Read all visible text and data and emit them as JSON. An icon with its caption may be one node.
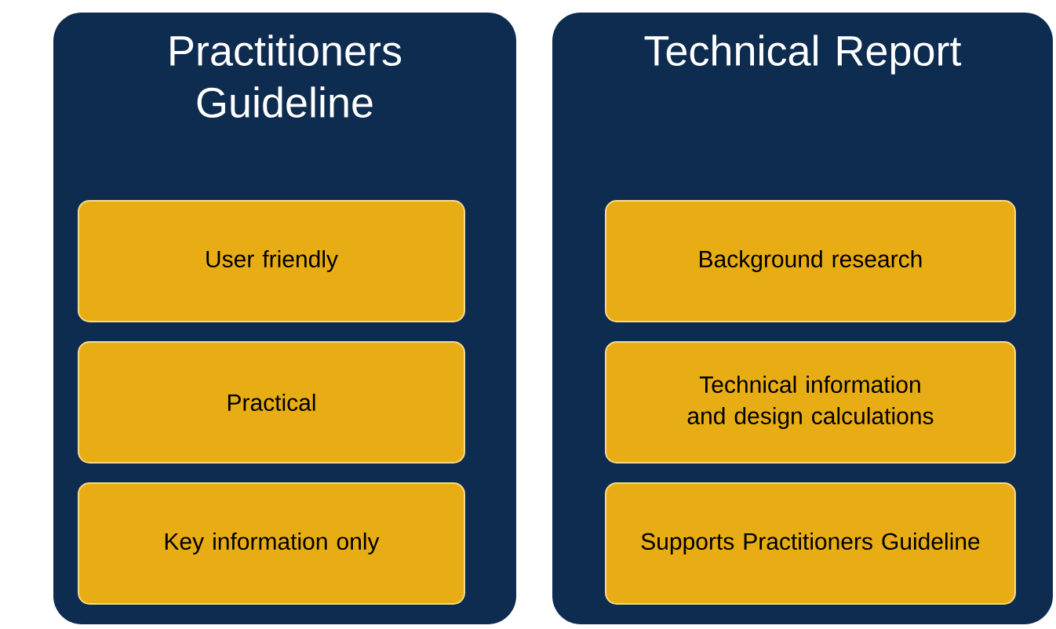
{
  "diagram": {
    "nodes": [
      {
        "text": [
          "Practitioners Guideline"
        ]
      },
      {
        "text": [
          "User friendly"
        ],
        "in": 0
      },
      {
        "text": [
          "Practical"
        ],
        "in": 0
      },
      {
        "text": [
          "Key information only"
        ],
        "in": 0
      },
      {
        "text": [
          "Technical Report"
        ]
      },
      {
        "text": [
          "Background research"
        ],
        "in": 4
      },
      {
        "text": [
          "Technical information and design calculations"
        ],
        "in": 4
      },
      {
        "text": [
          "Supports Practitioners Guideline"
        ],
        "in": 4
      }
    ]
  }
}
